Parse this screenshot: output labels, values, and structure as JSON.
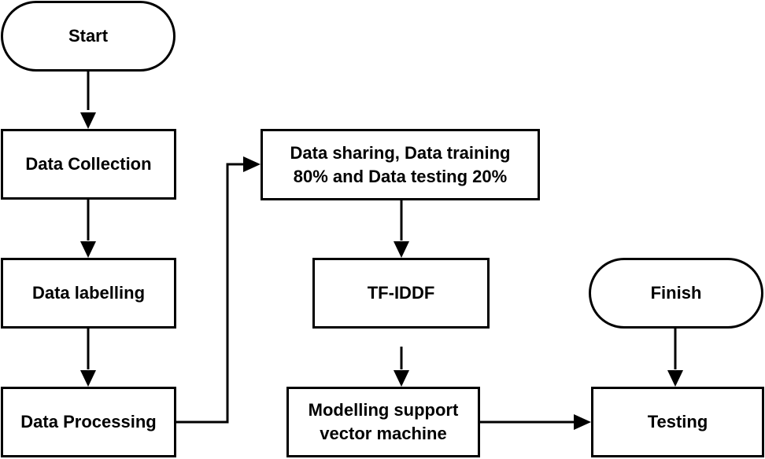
{
  "diagram": {
    "type": "flowchart",
    "nodes": {
      "start": {
        "label": "Start",
        "shape": "terminal"
      },
      "data_collection": {
        "label": "Data Collection",
        "shape": "process"
      },
      "data_labelling": {
        "label": "Data labelling",
        "shape": "process"
      },
      "data_processing": {
        "label": "Data Processing",
        "shape": "process"
      },
      "data_sharing": {
        "label": "Data sharing, Data training 80% and Data testing 20%",
        "shape": "process"
      },
      "tf_iddf": {
        "label": "TF-IDDF",
        "shape": "process"
      },
      "svm": {
        "label": "Modelling support vector machine",
        "shape": "process"
      },
      "finish": {
        "label": "Finish",
        "shape": "terminal"
      },
      "testing": {
        "label": "Testing",
        "shape": "process"
      }
    },
    "edges": [
      {
        "from": "start",
        "to": "data_collection"
      },
      {
        "from": "data_collection",
        "to": "data_labelling"
      },
      {
        "from": "data_labelling",
        "to": "data_processing"
      },
      {
        "from": "data_processing",
        "to": "data_sharing"
      },
      {
        "from": "data_sharing",
        "to": "tf_iddf"
      },
      {
        "from": "tf_iddf",
        "to": "svm"
      },
      {
        "from": "svm",
        "to": "testing"
      },
      {
        "from": "finish",
        "to": "testing"
      }
    ],
    "colors": {
      "stroke": "#000000",
      "fill": "#ffffff",
      "text": "#000000"
    }
  }
}
